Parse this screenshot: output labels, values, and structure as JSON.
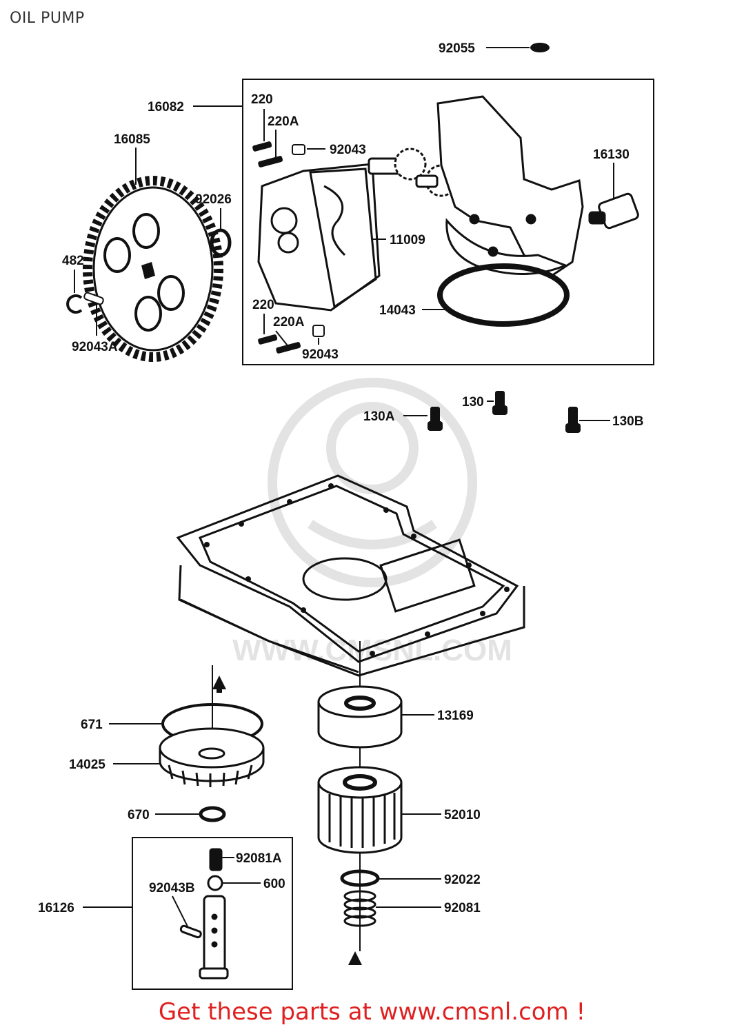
{
  "page": {
    "title": "OIL PUMP",
    "footer": "Get these parts at www.cmsnl.com !",
    "colors": {
      "ink": "#111111",
      "footer": "#e02020",
      "watermark": "#e6e6e6"
    }
  },
  "watermark": {
    "text": "WWW.CMSNL.COM"
  },
  "labels": [
    {
      "id": "p92055",
      "text": "92055"
    },
    {
      "id": "p16082",
      "text": "16082"
    },
    {
      "id": "p220a",
      "text": "220"
    },
    {
      "id": "p220Aa",
      "text": "220A"
    },
    {
      "id": "p92043a",
      "text": "92043"
    },
    {
      "id": "p16085",
      "text": "16085"
    },
    {
      "id": "p92026",
      "text": "92026"
    },
    {
      "id": "p16130",
      "text": "16130"
    },
    {
      "id": "p11009",
      "text": "11009"
    },
    {
      "id": "p482",
      "text": "482"
    },
    {
      "id": "p14043",
      "text": "14043"
    },
    {
      "id": "p220b",
      "text": "220"
    },
    {
      "id": "p220Ab",
      "text": "220A"
    },
    {
      "id": "p92043A",
      "text": "92043A"
    },
    {
      "id": "p92043b",
      "text": "92043"
    },
    {
      "id": "p130",
      "text": "130"
    },
    {
      "id": "p130A",
      "text": "130A"
    },
    {
      "id": "p130B",
      "text": "130B"
    },
    {
      "id": "p671",
      "text": "671"
    },
    {
      "id": "p13169",
      "text": "13169"
    },
    {
      "id": "p14025",
      "text": "14025"
    },
    {
      "id": "p670",
      "text": "670"
    },
    {
      "id": "p52010",
      "text": "52010"
    },
    {
      "id": "p92081A",
      "text": "92081A"
    },
    {
      "id": "p92043B",
      "text": "92043B"
    },
    {
      "id": "p600",
      "text": "600"
    },
    {
      "id": "p16126",
      "text": "16126"
    },
    {
      "id": "p92022",
      "text": "92022"
    },
    {
      "id": "p92081",
      "text": "92081"
    }
  ]
}
